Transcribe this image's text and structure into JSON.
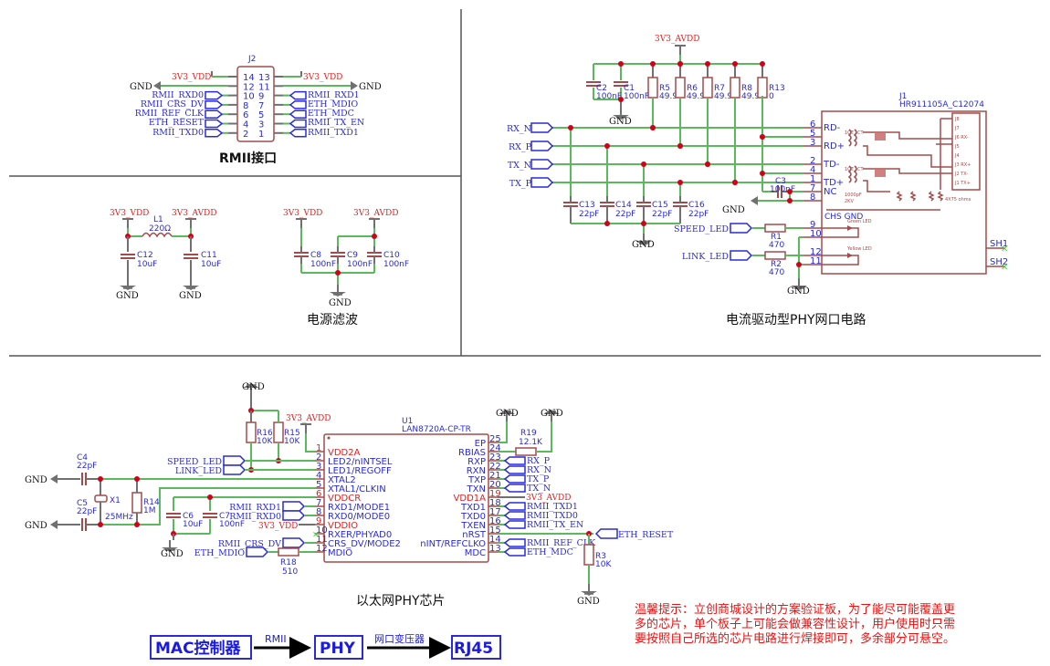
{
  "sections": {
    "rmii_title": "RMII接口",
    "power_title": "电源滤波",
    "phy_circuit_title": "电流驱动型PHY网口电路",
    "phy_chip_title": "以太网PHY芯片"
  },
  "nets": {
    "vdd": "3V3_VDD",
    "avdd": "3V3_AVDD",
    "gnd": "GND",
    "rmii_rxd0": "RMII_RXD0",
    "rmii_rxd1": "RMII_RXD1",
    "rmii_crs_dv": "RMII_CRS_DV",
    "rmii_ref_clk": "RMII_REF_CLK",
    "eth_reset": "ETH_RESET",
    "rmii_txd0": "RMII_TXD0",
    "rmii_txd1": "RMII_TXD1",
    "eth_mdio": "ETH_MDIO",
    "eth_mdc": "ETH_MDC",
    "rmii_tx_en": "RMII_TX_EN",
    "rx_n": "RX_N",
    "rx_p": "RX_P",
    "tx_n": "TX_N",
    "tx_p": "TX_P",
    "speed_led": "SPEED_LED",
    "link_led": "LINK_LED",
    "chs_gnd": "CHS GND"
  },
  "j2": {
    "ref": "J2",
    "rows": [
      {
        "l": "14",
        "r": "13"
      },
      {
        "l": "12",
        "r": "11"
      },
      {
        "l": "10",
        "r": "9"
      },
      {
        "l": "8",
        "r": "7"
      },
      {
        "l": "6",
        "r": "5"
      },
      {
        "l": "4",
        "r": "3"
      },
      {
        "l": "2",
        "r": "1"
      }
    ]
  },
  "components": {
    "L1": {
      "ref": "L1",
      "val": "220Ω"
    },
    "C12": {
      "ref": "C12",
      "val": "10uF"
    },
    "C11": {
      "ref": "C11",
      "val": "10uF"
    },
    "C8": {
      "ref": "C8",
      "val": "100nF"
    },
    "C9": {
      "ref": "C9",
      "val": "100nF"
    },
    "C10": {
      "ref": "C10",
      "val": "100nF"
    },
    "C2": {
      "ref": "C2",
      "val": "100nF"
    },
    "C1": {
      "ref": "C1",
      "val": "100nF"
    },
    "R5": {
      "ref": "R5",
      "val": "49.9"
    },
    "R6": {
      "ref": "R6",
      "val": "49.9"
    },
    "R7": {
      "ref": "R7",
      "val": "49.9"
    },
    "R8": {
      "ref": "R8",
      "val": "49.9"
    },
    "R13": {
      "ref": "R13",
      "val": "0"
    },
    "C13": {
      "ref": "C13",
      "val": "22pF"
    },
    "C14": {
      "ref": "C14",
      "val": "22pF"
    },
    "C15": {
      "ref": "C15",
      "val": "22pF"
    },
    "C16": {
      "ref": "C16",
      "val": "22pF"
    },
    "C3": {
      "ref": "C3",
      "val": "100nF"
    },
    "R1": {
      "ref": "R1",
      "val": "470"
    },
    "R2": {
      "ref": "R2",
      "val": "470"
    },
    "C4": {
      "ref": "C4",
      "val": "22pF"
    },
    "C5": {
      "ref": "C5",
      "val": "22pF"
    },
    "X1": {
      "ref": "X1",
      "val": "25MHz"
    },
    "R14": {
      "ref": "R14",
      "val": "1M"
    },
    "C6": {
      "ref": "C6",
      "val": "10uF"
    },
    "C7": {
      "ref": "C7",
      "val": "100nF"
    },
    "R16": {
      "ref": "R16",
      "val": "10K"
    },
    "R15": {
      "ref": "R15",
      "val": "10K"
    },
    "R18": {
      "ref": "R18",
      "val": "510"
    },
    "R19": {
      "ref": "R19",
      "val": "12.1K"
    },
    "R3": {
      "ref": "R3",
      "val": "10K"
    }
  },
  "j1": {
    "ref": "J1",
    "part": "HR911105A_C12074",
    "pins_left": [
      {
        "num": "6",
        "name": "RD-"
      },
      {
        "num": "5",
        "name": ""
      },
      {
        "num": "3",
        "name": "RD+"
      },
      {
        "num": "2",
        "name": "TD-"
      },
      {
        "num": "4",
        "name": ""
      },
      {
        "num": "1",
        "name": "TD+"
      },
      {
        "num": "7",
        "name": "NC"
      },
      {
        "num": "8",
        "name": ""
      },
      {
        "num": "9",
        "name": ""
      },
      {
        "num": "10",
        "name": ""
      },
      {
        "num": "12",
        "name": ""
      },
      {
        "num": "11",
        "name": ""
      }
    ],
    "pins_right": [
      "SH1",
      "SH2"
    ],
    "xfmr_label": "1CT:1CT",
    "cap_label": "1000pF",
    "cap_label2": "2KV",
    "res_label": "4X75 ohms",
    "green_led": "Green LED",
    "yellow_led": "Yellow LED",
    "jack_pins": [
      "J8",
      "J7",
      "J6 RX-",
      "J5",
      "J4",
      "J3 RX+",
      "J2 TX-",
      "J1 TX+"
    ]
  },
  "u1": {
    "ref": "U1",
    "part": "LAN8720A-CP-TR",
    "left_pins": [
      {
        "num": "1",
        "name": "VDD2A",
        "power": true
      },
      {
        "num": "2",
        "name": "LED2/nINTSEL",
        "power": false
      },
      {
        "num": "3",
        "name": "LED1/REGOFF",
        "power": false
      },
      {
        "num": "4",
        "name": "XTAL2",
        "power": false
      },
      {
        "num": "5",
        "name": "XTAL1/CLKIN",
        "power": false
      },
      {
        "num": "6",
        "name": "VDDCR",
        "power": true
      },
      {
        "num": "7",
        "name": "RXD1/MODE1",
        "power": false
      },
      {
        "num": "8",
        "name": "RXD0/MODE0",
        "power": false
      },
      {
        "num": "9",
        "name": "VDDIO",
        "power": true
      },
      {
        "num": "10",
        "name": "RXER/PHYAD0",
        "power": false
      },
      {
        "num": "11",
        "name": "CRS_DV/MODE2",
        "power": false
      },
      {
        "num": "12",
        "name": "MDIO",
        "power": false
      }
    ],
    "right_pins": [
      {
        "num": "25",
        "name": "EP",
        "power": false
      },
      {
        "num": "24",
        "name": "RBIAS",
        "power": false
      },
      {
        "num": "23",
        "name": "RXP",
        "power": false
      },
      {
        "num": "22",
        "name": "RXN",
        "power": false
      },
      {
        "num": "21",
        "name": "TXP",
        "power": false
      },
      {
        "num": "20",
        "name": "TXN",
        "power": false
      },
      {
        "num": "19",
        "name": "VDD1A",
        "power": true
      },
      {
        "num": "18",
        "name": "TXD1",
        "power": false
      },
      {
        "num": "17",
        "name": "TXD0",
        "power": false
      },
      {
        "num": "16",
        "name": "TXEN",
        "power": false
      },
      {
        "num": "15",
        "name": "nRST",
        "power": false
      },
      {
        "num": "14",
        "name": "nINT/REFCLKO",
        "power": false
      },
      {
        "num": "13",
        "name": "MDC",
        "power": false
      }
    ]
  },
  "flow": {
    "mac": "MAC控制器",
    "rmii": "RMII",
    "phy": "PHY",
    "xfmr": "网口变压器",
    "rj45": "RJ45"
  },
  "note": {
    "lines": [
      "温馨提示：立创商城设计的方案验证板，为了能尽可能覆盖更",
      "多的芯片，单个板子上可能会做兼容性设计，用户使用时只需",
      "要按照自己所选的芯片电路进行焊接即可，多余部分可悬空。"
    ]
  }
}
